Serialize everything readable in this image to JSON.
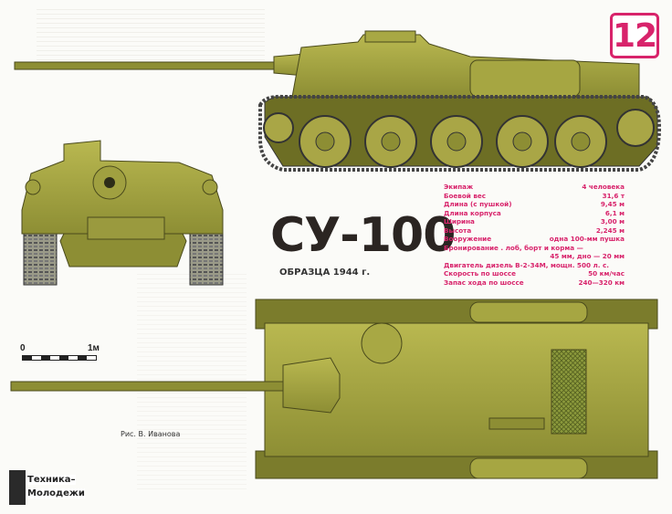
{
  "issue_number": "12",
  "title": "СУ-100",
  "subtitle": "ОБРАЗЦА 1944 г.",
  "specs": [
    {
      "label": "Экипаж",
      "value": "4 человека"
    },
    {
      "label": "Боевой вес",
      "value": "31,6 т"
    },
    {
      "label": "Длина (с пушкой)",
      "value": "9,45 м"
    },
    {
      "label": "Длина корпуса",
      "value": "6,1 м"
    },
    {
      "label": "Ширина",
      "value": "3,00 м"
    },
    {
      "label": "Высота",
      "value": "2,245 м"
    },
    {
      "label": "Вооружение",
      "value": "одна 100-мм пушка"
    },
    {
      "label": "Бронирование . лоб, борт и корма —",
      "value": ""
    },
    {
      "label": "",
      "value": "45 мм, дно — 20 мм"
    },
    {
      "label": "Двигатель дизель В-2-34М, мощн. 500 л. с.",
      "value": ""
    },
    {
      "label": "Скорость по шоссе",
      "value": "50 км/час"
    },
    {
      "label": "Запас хода по шоссе",
      "value": "240—320 км"
    }
  ],
  "scale": {
    "zero": "0",
    "one": "1м"
  },
  "credit": "Рис. В. Иванова",
  "logo": {
    "line1": "Техника–",
    "line2": "Молодежи"
  },
  "colors": {
    "olive": "#a3a440",
    "olive_dark": "#6d6e24",
    "accent": "#d8236b"
  }
}
